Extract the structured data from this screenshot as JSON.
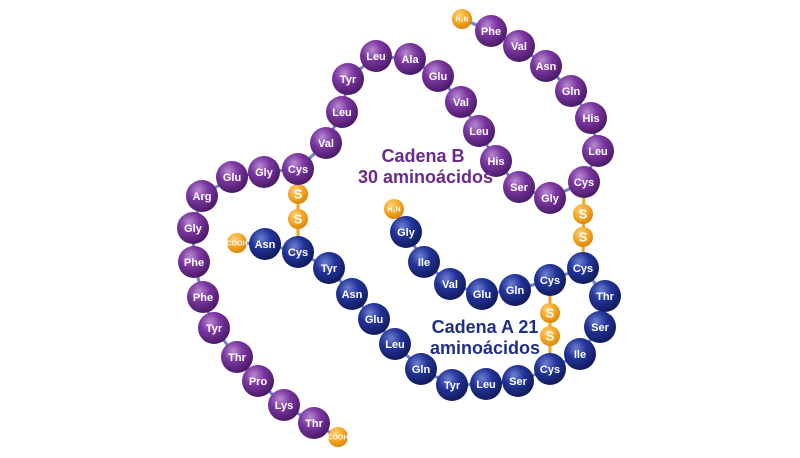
{
  "colors": {
    "chain_b": "#6a2a8c",
    "chain_a": "#1f2f86",
    "sulfur": "#f5a623",
    "terminal": "#f5a623",
    "bond": "#6e7fc8"
  },
  "chain_b": {
    "label_line1": "Cadena B",
    "label_line2": "30 aminoácidos",
    "n_terminus": "H₂N",
    "c_terminus": "COOH",
    "residues": [
      "Phe",
      "Val",
      "Asn",
      "Gln",
      "His",
      "Leu",
      "Cys",
      "Gly",
      "Ser",
      "His",
      "Leu",
      "Val",
      "Glu",
      "Ala",
      "Leu",
      "Tyr",
      "Leu",
      "Val",
      "Cys",
      "Gly",
      "Glu",
      "Arg",
      "Gly",
      "Phe",
      "Phe",
      "Tyr",
      "Thr",
      "Pro",
      "Lys",
      "Thr"
    ]
  },
  "chain_a": {
    "label_line1": "Cadena A 21",
    "label_line2": "aminoácidos",
    "n_terminus": "H₂N",
    "c_terminus": "COOH",
    "residues": [
      "Gly",
      "Ile",
      "Val",
      "Glu",
      "Gln",
      "Cys",
      "Cys",
      "Thr",
      "Ser",
      "Ile",
      "Cys",
      "Ser",
      "Leu",
      "Tyr",
      "Gln",
      "Leu",
      "Glu",
      "Asn",
      "Tyr",
      "Cys",
      "Asn"
    ]
  },
  "disulfide_bonds": [
    {
      "between": "B7-A7",
      "atoms": [
        "S",
        "S"
      ]
    },
    {
      "between": "B19-A20",
      "atoms": [
        "S",
        "S"
      ]
    },
    {
      "between": "A6-A11",
      "atoms": [
        "S",
        "S"
      ]
    }
  ]
}
